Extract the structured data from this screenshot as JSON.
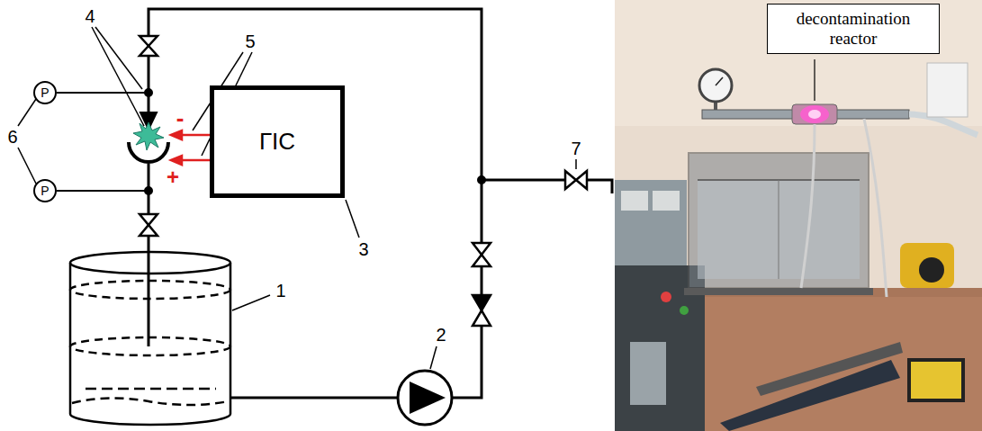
{
  "diagram": {
    "nodes": [
      {
        "text": [
          "ГІС"
        ]
      },
      {
        "text": [
          "P"
        ]
      },
      {
        "text": [
          "P"
        ]
      },
      {
        "text": [
          "decontamination reactor"
        ]
      }
    ],
    "labels": [
      "4",
      "5",
      "6",
      "-",
      "+",
      "3",
      "1",
      "7",
      "2"
    ]
  }
}
